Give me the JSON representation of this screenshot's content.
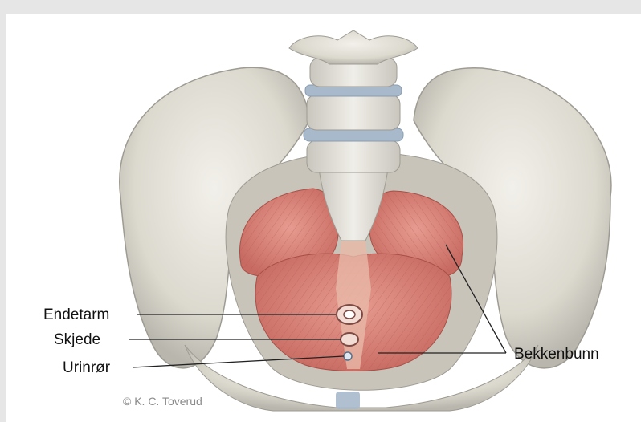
{
  "labels": {
    "rectum": "Endetarm",
    "vagina": "Skjede",
    "urethra": "Urinrør",
    "pelvic_floor": "Bekkenbunn"
  },
  "credit": "© K. C. Toverud",
  "colors": {
    "bone": "#e4e1d8",
    "bone_shadow": "#b9b6ad",
    "muscle": "#d98178",
    "muscle_dark": "#b85a52",
    "disc": "#a7b9cb",
    "background": "#e6e6e6"
  }
}
